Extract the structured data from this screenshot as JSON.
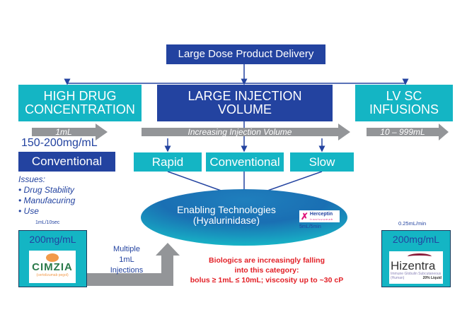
{
  "top": {
    "title": "Large Dose Product Delivery"
  },
  "categories": {
    "high_conc": {
      "title_line1": "HIGH DRUG",
      "title_line2": "CONCENTRATION",
      "arrow_label": "1mL",
      "concentration": "150-200mg/mL",
      "method": "Conventional"
    },
    "large_volume": {
      "title_line1": "LARGE INJECTION",
      "title_line2": "VOLUME",
      "arrow_label": "Increasing Injection Volume",
      "subtypes": [
        "Rapid",
        "Conventional",
        "Slow"
      ]
    },
    "lv_sc": {
      "title_line1": "LV SC",
      "title_line2": "INFUSIONS",
      "arrow_label": "10 – 999mL"
    }
  },
  "issues": {
    "heading": "Issues:",
    "items": [
      "• Drug Stability",
      "• Manufacuring",
      "• Use"
    ]
  },
  "enabling": {
    "line1": "Enabling Technologies",
    "line2": "(Hyalurinidase)",
    "product_logo": "Herceptin",
    "product_sub": "trastuzumab",
    "rate": "5mL/5min"
  },
  "cimzia": {
    "rate": "1mL/10sec",
    "concentration": "200mg/mL",
    "logo": "CIMZIA",
    "logo_sub": "(certolizumab pegol)"
  },
  "multiple": {
    "line1": "Multiple",
    "line2": "1mL",
    "line3": "Injections"
  },
  "note": {
    "line1": "Biologics are increasingly falling",
    "line2": "into this category:",
    "line3": "bolus ≥ 1mL ≤ 10mL; viscosity up to ~30 cP"
  },
  "hizentra": {
    "rate": "0.25mL/min",
    "concentration": "200mg/mL",
    "logo": "Hizentra",
    "logo_sub1": "Immune Globulin Subcutaneous",
    "logo_sub2": "(Human)",
    "logo_sub3": "20% Liquid"
  },
  "colors": {
    "dark_blue": "#2343a0",
    "teal": "#14b5c4",
    "grey_arrow": "#939598",
    "red": "#e21f26"
  }
}
